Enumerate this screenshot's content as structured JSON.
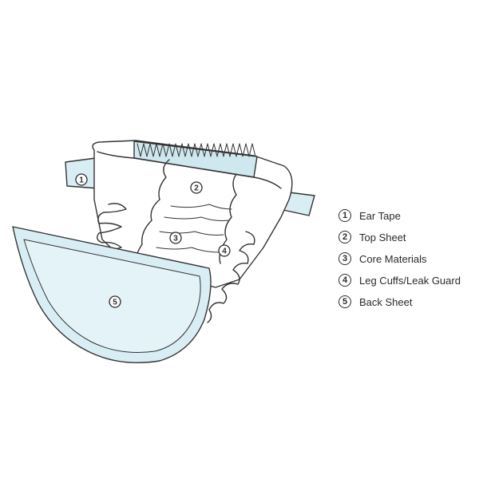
{
  "colors": {
    "outline": "#333333",
    "fill_white": "#ffffff",
    "fill_blue": "#d8eef4",
    "fill_blue_light": "#e4f3f7",
    "stripe_fill": "#cfe7ee"
  },
  "callouts": [
    "1",
    "2",
    "3",
    "4",
    "5"
  ],
  "legend": [
    {
      "num": "1",
      "label": "Ear Tape"
    },
    {
      "num": "2",
      "label": "Top Sheet"
    },
    {
      "num": "3",
      "label": "Core Materials"
    },
    {
      "num": "4",
      "label": "Leg Cuffs/Leak Guard"
    },
    {
      "num": "5",
      "label": "Back Sheet"
    }
  ]
}
